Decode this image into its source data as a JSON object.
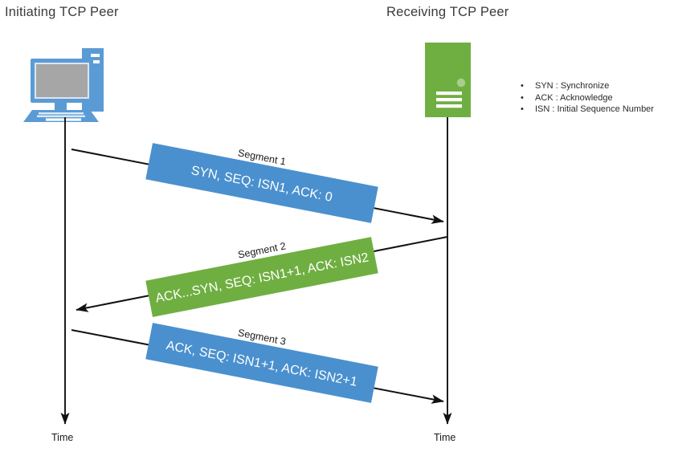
{
  "diagram": {
    "type": "tcp-three-way-handshake-sequence-diagram",
    "left_peer": {
      "title": "Initiating TCP Peer",
      "icon": "desktop-computer-icon",
      "time_label": "Time"
    },
    "right_peer": {
      "title": "Receiving TCP Peer",
      "icon": "server-icon",
      "time_label": "Time"
    },
    "segments": [
      {
        "caption": "Segment 1",
        "text": "SYN, SEQ: ISN1, ACK: 0",
        "color": "#4A90CE",
        "direction": "left-to-right"
      },
      {
        "caption": "Segment 2",
        "text": "ACK...SYN, SEQ: ISN1+1, ACK: ISN2",
        "color": "#6FAF41",
        "direction": "right-to-left"
      },
      {
        "caption": "Segment 3",
        "text": "ACK, SEQ: ISN1+1, ACK: ISN2+1",
        "color": "#4A90CE",
        "direction": "left-to-right"
      }
    ],
    "legend": {
      "bullet": "•",
      "items": [
        "SYN : Synchronize",
        "ACK : Acknowledge",
        "ISN : Initial Sequence Number"
      ]
    },
    "colors": {
      "blue": "#4A90CE",
      "green": "#6FAF41",
      "screen_gray": "#A6A6A6",
      "line": "#111111",
      "title_text": "#3b3b3b"
    }
  }
}
